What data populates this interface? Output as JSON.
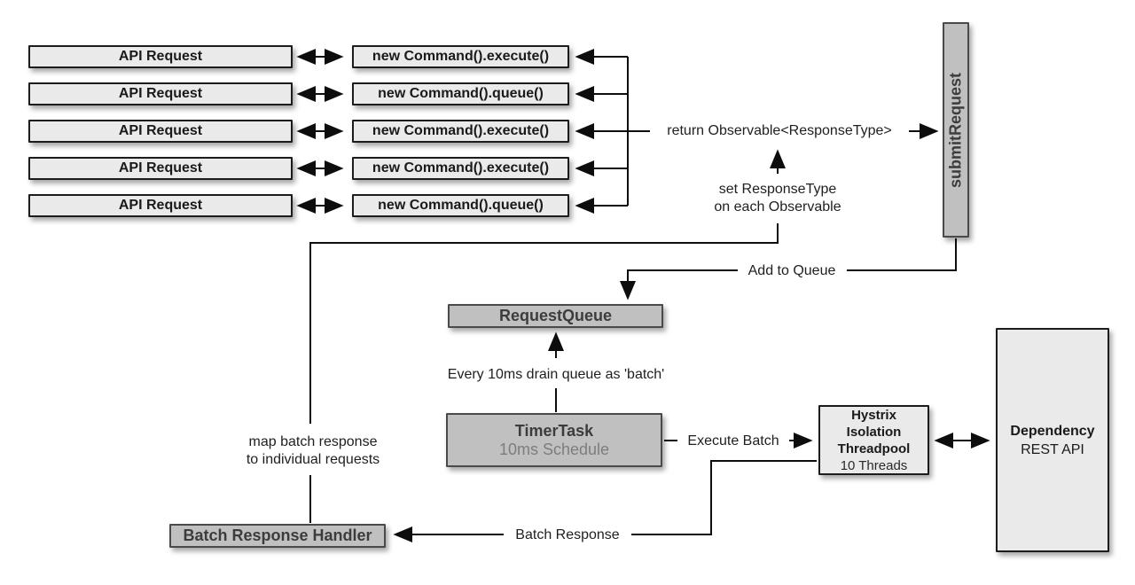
{
  "title": "Hystrix request collapsing diagram",
  "colors": {
    "background": "#ffffff",
    "light_box_fill": "#eaeaea",
    "light_box_border": "#1c1c1c",
    "gray_box_fill": "#c0c0c0",
    "gray_box_border": "#4a4a4a",
    "gray_box_text": "#3c3c3c",
    "subtitle_text": "#7d7d7d",
    "line": "#0d0d0d"
  },
  "rows": [
    {
      "api": "API Request",
      "command": "new Command().execute()"
    },
    {
      "api": "API Request",
      "command": "new Command().queue()"
    },
    {
      "api": "API Request",
      "command": "new Command().execute()"
    },
    {
      "api": "API Request",
      "command": "new Command().execute()"
    },
    {
      "api": "API Request",
      "command": "new Command().queue()"
    }
  ],
  "nodes": {
    "submit_request": "submitRequest",
    "request_queue": "RequestQueue",
    "timer_task_title": "TimerTask",
    "timer_task_subtitle": "10ms Schedule",
    "hystrix_line1": "Hystrix",
    "hystrix_line2": "Isolation",
    "hystrix_line3": "Threadpool",
    "hystrix_line4": "10 Threads",
    "dependency_title": "Dependency",
    "dependency_subtitle": "REST API",
    "batch_handler": "Batch Response Handler"
  },
  "labels": {
    "return_observable": "return Observable<ResponseType>",
    "set_response_line1": "set ResponseType",
    "set_response_line2": "on each Observable",
    "add_to_queue": "Add to Queue",
    "drain_queue": "Every 10ms drain queue as 'batch'",
    "execute_batch": "Execute Batch",
    "batch_response": "Batch Response",
    "map_batch_line1": "map batch response",
    "map_batch_line2": "to individual requests"
  }
}
